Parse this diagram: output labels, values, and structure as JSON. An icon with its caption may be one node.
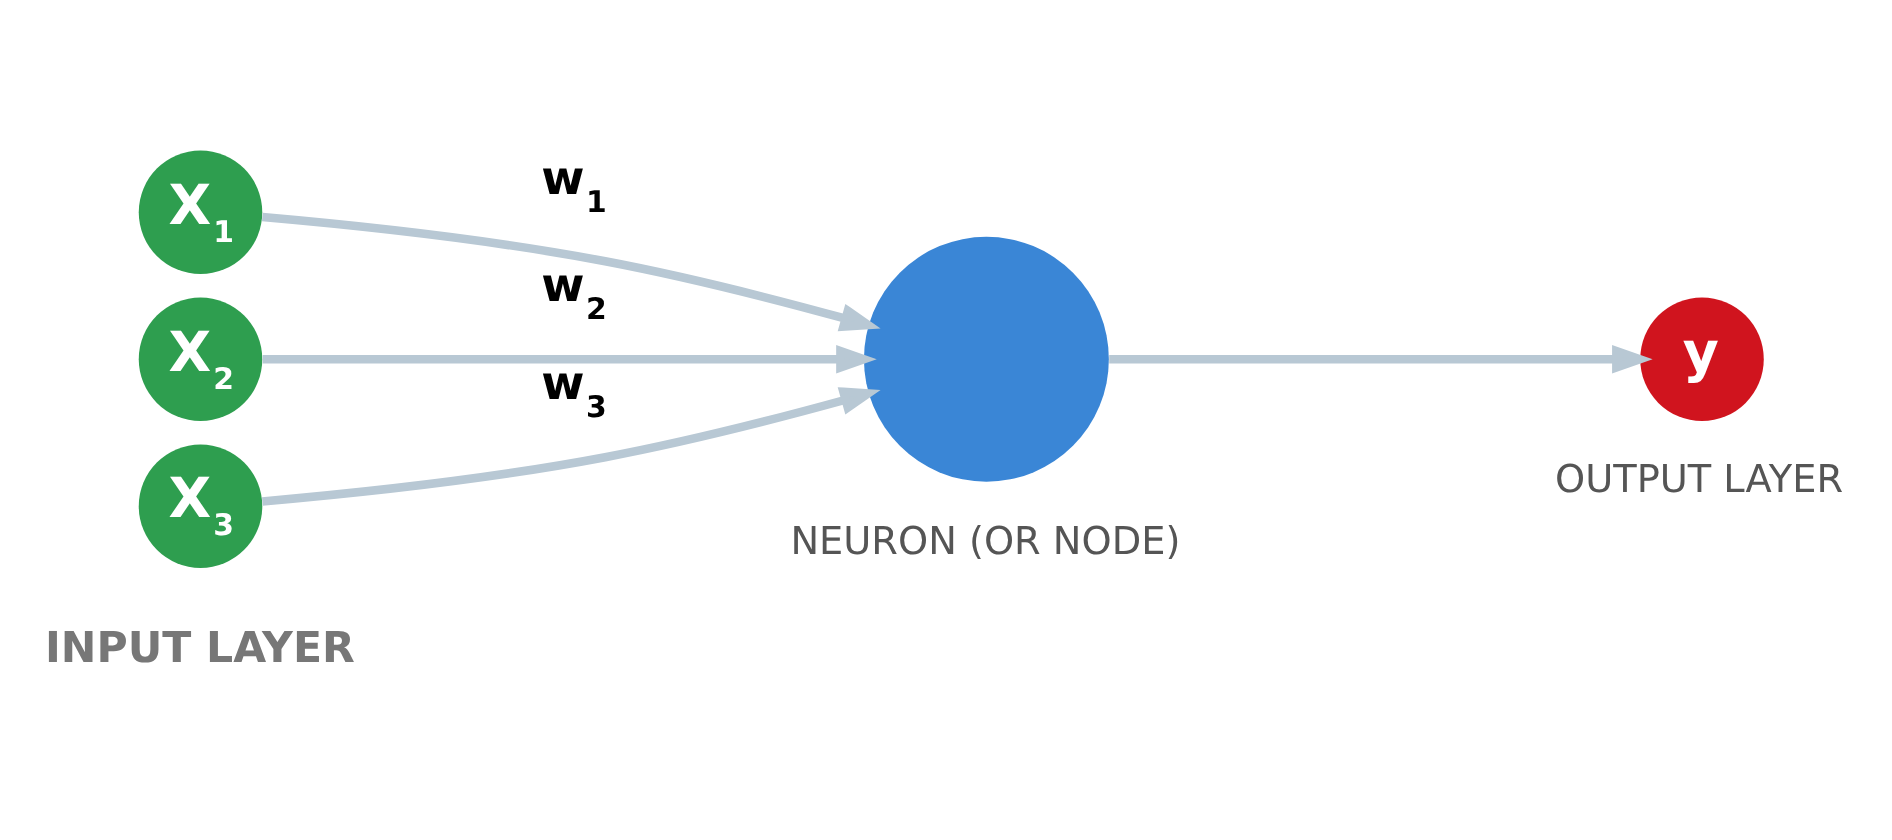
{
  "diagram": {
    "nodes": [
      {
        "text": [
          "X$_{1}$"
        ]
      },
      {
        "text": [
          "X$_{2}$"
        ]
      },
      {
        "text": [
          "X$_{3}$"
        ]
      },
      {
        "text": [],
        "shape": "circle",
        "beside": [
          "NEURON (OR NODE)"
        ]
      },
      {
        "text": [
          "y"
        ],
        "beside": [
          "OUTPUT LAYER"
        ]
      }
    ],
    "edges": [
      {
        "from": 0,
        "to": 3,
        "arrow": "to",
        "label": "w$_{1}$"
      },
      {
        "from": 1,
        "to": 3,
        "arrow": "to",
        "label": "w$_{2}$"
      },
      {
        "from": 2,
        "to": 3,
        "arrow": "to",
        "label": "w$_{3}$"
      },
      {
        "from": 3,
        "to": 4,
        "arrow": "to"
      }
    ],
    "labels": [
      "INPUT LAYER"
    ]
  }
}
